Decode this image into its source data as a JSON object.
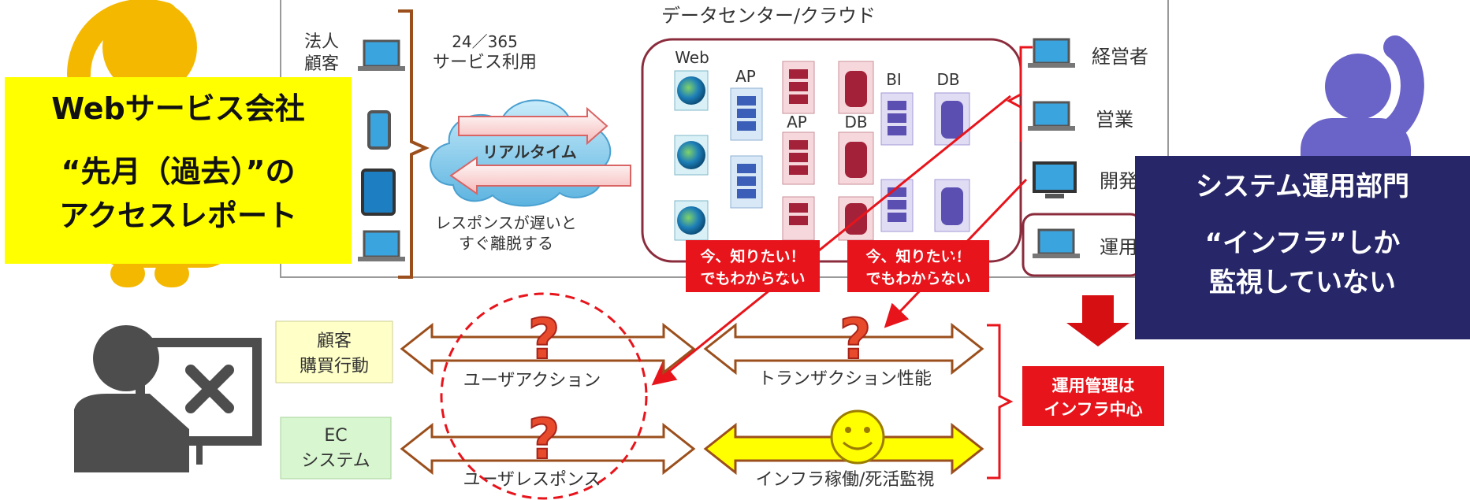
{
  "datacenter": {
    "title": "データセンター/クラウド",
    "labels": {
      "web": "Web",
      "ap1": "AP",
      "ap2": "AP",
      "db1": "DB",
      "bi": "BI",
      "db2": "DB"
    }
  },
  "client": {
    "corp_line1": "法人",
    "corp_line2": "顧客",
    "service_line1": "24／365",
    "service_line2": "サービス利用",
    "realtime": "リアルタイム",
    "response_line1": "レスポンスが遅いと",
    "response_line2": "すぐ離脱する"
  },
  "roles": [
    "経営者",
    "営業",
    "開発",
    "運用"
  ],
  "callouts": [
    {
      "line1": "今、知りたい！",
      "line2": "でもわからない"
    },
    {
      "line1": "今、知りたい！",
      "line2": "でもわからない"
    }
  ],
  "rows": {
    "customer_label_line1": "顧客",
    "customer_label_line2": "購買行動",
    "ec_label_line1": "EC",
    "ec_label_line2": "システム",
    "user_action": "ユーザアクション",
    "transaction": "トランザクション性能",
    "user_response": "ユーザレスポンス",
    "infra": "インフラ稼働/死活監視",
    "question_mark": "?"
  },
  "ops_box": {
    "line1": "運用管理は",
    "line2": "インフラ中心"
  },
  "left_panel": {
    "title": "Webサービス会社",
    "line2": "“先月（過去）”の",
    "line3": "アクセスレポート"
  },
  "right_panel": {
    "title": "システム運用部門",
    "line2": "“インフラ”しか",
    "line3": "監視していない"
  },
  "colors": {
    "red": "#e8141b",
    "brown": "#9b4f1c",
    "maroon": "#8b2c3d",
    "yellow": "#ffff00",
    "navy": "#262668",
    "person_orange": "#f5b800",
    "person_purple": "#6a63c8"
  }
}
